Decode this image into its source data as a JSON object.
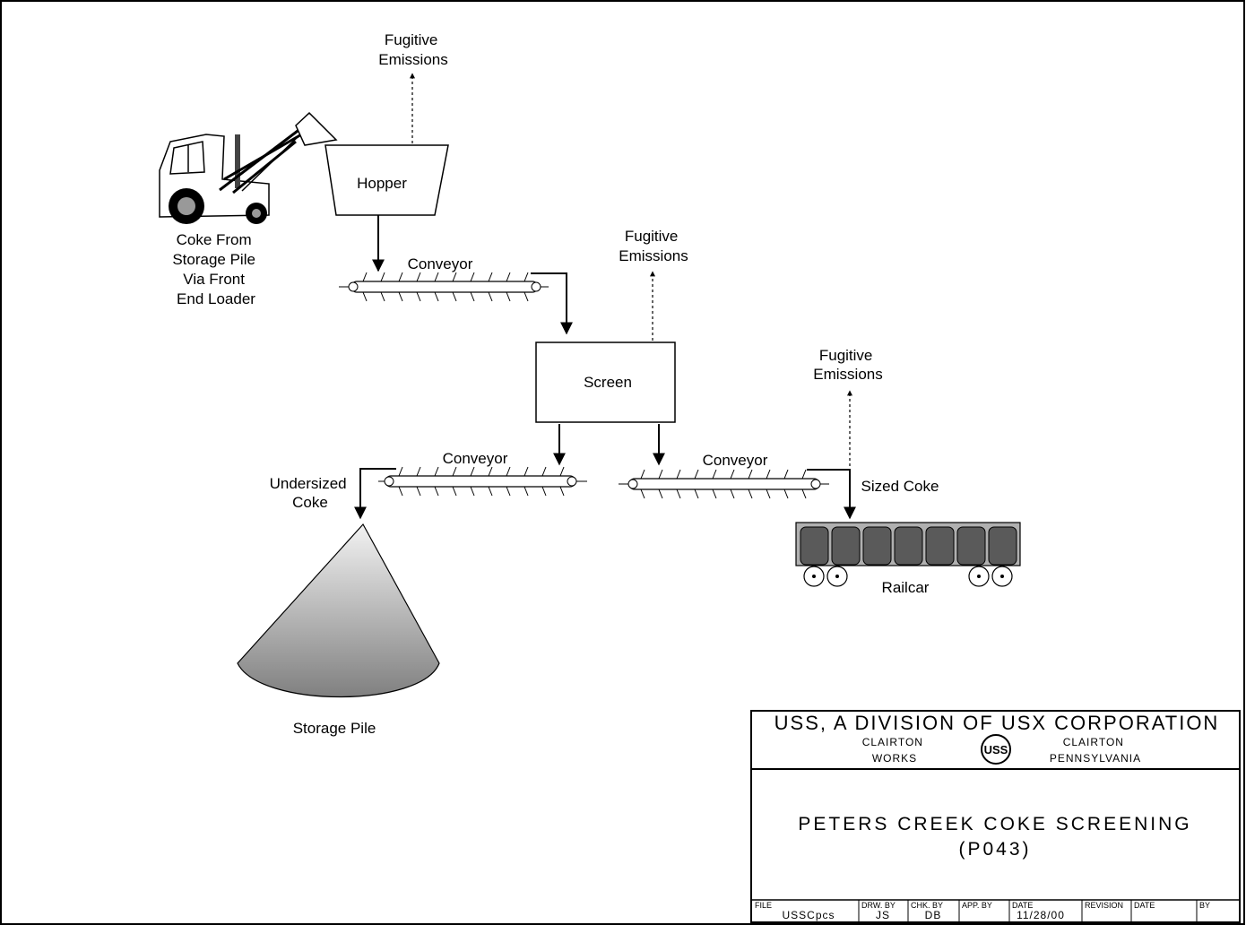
{
  "diagram": {
    "fugitive_1": [
      "Fugitive",
      "Emissions"
    ],
    "fugitive_2": [
      "Fugitive",
      "Emissions"
    ],
    "fugitive_3": [
      "Fugitive",
      "Emissions"
    ],
    "hopper_label": "Hopper",
    "loader_caption": [
      "Coke From",
      "Storage Pile",
      "Via Front",
      "End Loader"
    ],
    "conveyor_1_label": "Conveyor",
    "conveyor_2_label": "Conveyor",
    "conveyor_3_label": "Conveyor",
    "screen_label": "Screen",
    "undersized_label": [
      "Undersized",
      "Coke"
    ],
    "sized_label": "Sized Coke",
    "storage_pile_label": "Storage Pile",
    "railcar_label": "Railcar"
  },
  "title_block": {
    "company": "USS, A DIVISION OF USX CORPORATION",
    "left_sub": [
      "CLAIRTON",
      "WORKS"
    ],
    "logo_text": "USS",
    "right_sub": [
      "CLAIRTON",
      "PENNSYLVANIA"
    ],
    "drawing_title": "PETERS CREEK COKE SCREENING",
    "drawing_id": "(P043)",
    "fields": {
      "file_label": "FILE",
      "file_value": "USSCpcs",
      "drw_label": "DRW. BY",
      "drw_value": "JS",
      "chk_label": "CHK. BY",
      "chk_value": "DB",
      "app_label": "APP. BY",
      "date_label": "DATE",
      "date_value": "11/28/00",
      "revision_label": "REVISION",
      "rev_date_label": "DATE",
      "by_label": "BY"
    }
  }
}
